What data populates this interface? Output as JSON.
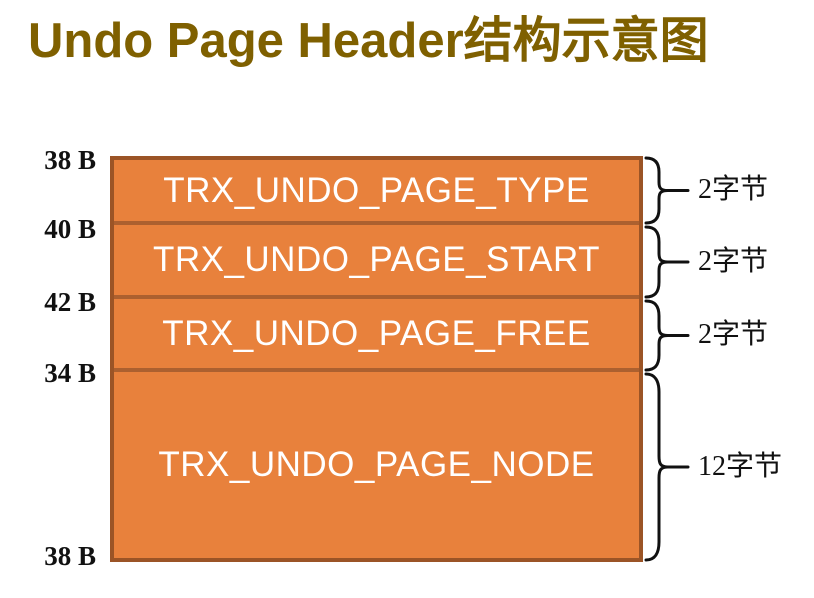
{
  "title": "Undo Page Header结构示意图",
  "diagram": {
    "rows": [
      {
        "name": "TRX_UNDO_PAGE_TYPE",
        "size": "2字节",
        "start_offset": "38 B"
      },
      {
        "name": "TRX_UNDO_PAGE_START",
        "size": "2字节",
        "start_offset": "40 B"
      },
      {
        "name": "TRX_UNDO_PAGE_FREE",
        "size": "2字节",
        "start_offset": "42 B"
      },
      {
        "name": "TRX_UNDO_PAGE_NODE",
        "size": "12字节",
        "start_offset": "34 B"
      }
    ],
    "end_offset": "38 B"
  },
  "colors": {
    "title": "#7F6000",
    "box_fill": "#E8813C",
    "box_border": "#9B5426",
    "separator": "#AC602F",
    "text_on_box": "#FFFFFF",
    "annotation": "#111111"
  }
}
